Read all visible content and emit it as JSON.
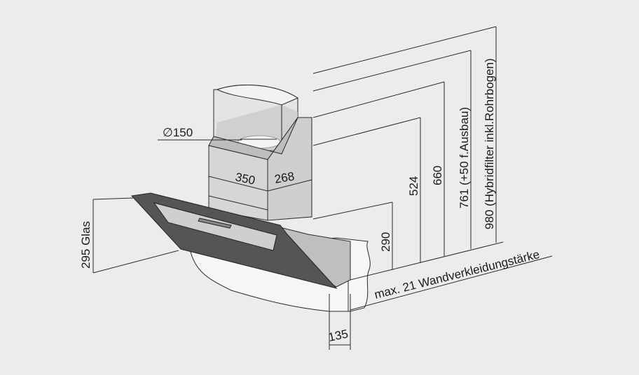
{
  "drawing": {
    "diameter_label": "∅150",
    "width_label": "350",
    "depth_label": "268",
    "glass_label": "295 Glas",
    "dim_290": "290",
    "dim_524": "524",
    "dim_660": "660",
    "dim_761": "761 (+50 f.Ausbau)",
    "dim_980": "980 (Hybridfilter inkl.Rohrbogen)",
    "wall_label": "max. 21 Wandverkleidungstärke",
    "dim_135": "135"
  },
  "colors": {
    "background": "#ececec",
    "glass_panel": "#555555",
    "duct": "#d2d2d2",
    "line": "#2a2a2a"
  }
}
